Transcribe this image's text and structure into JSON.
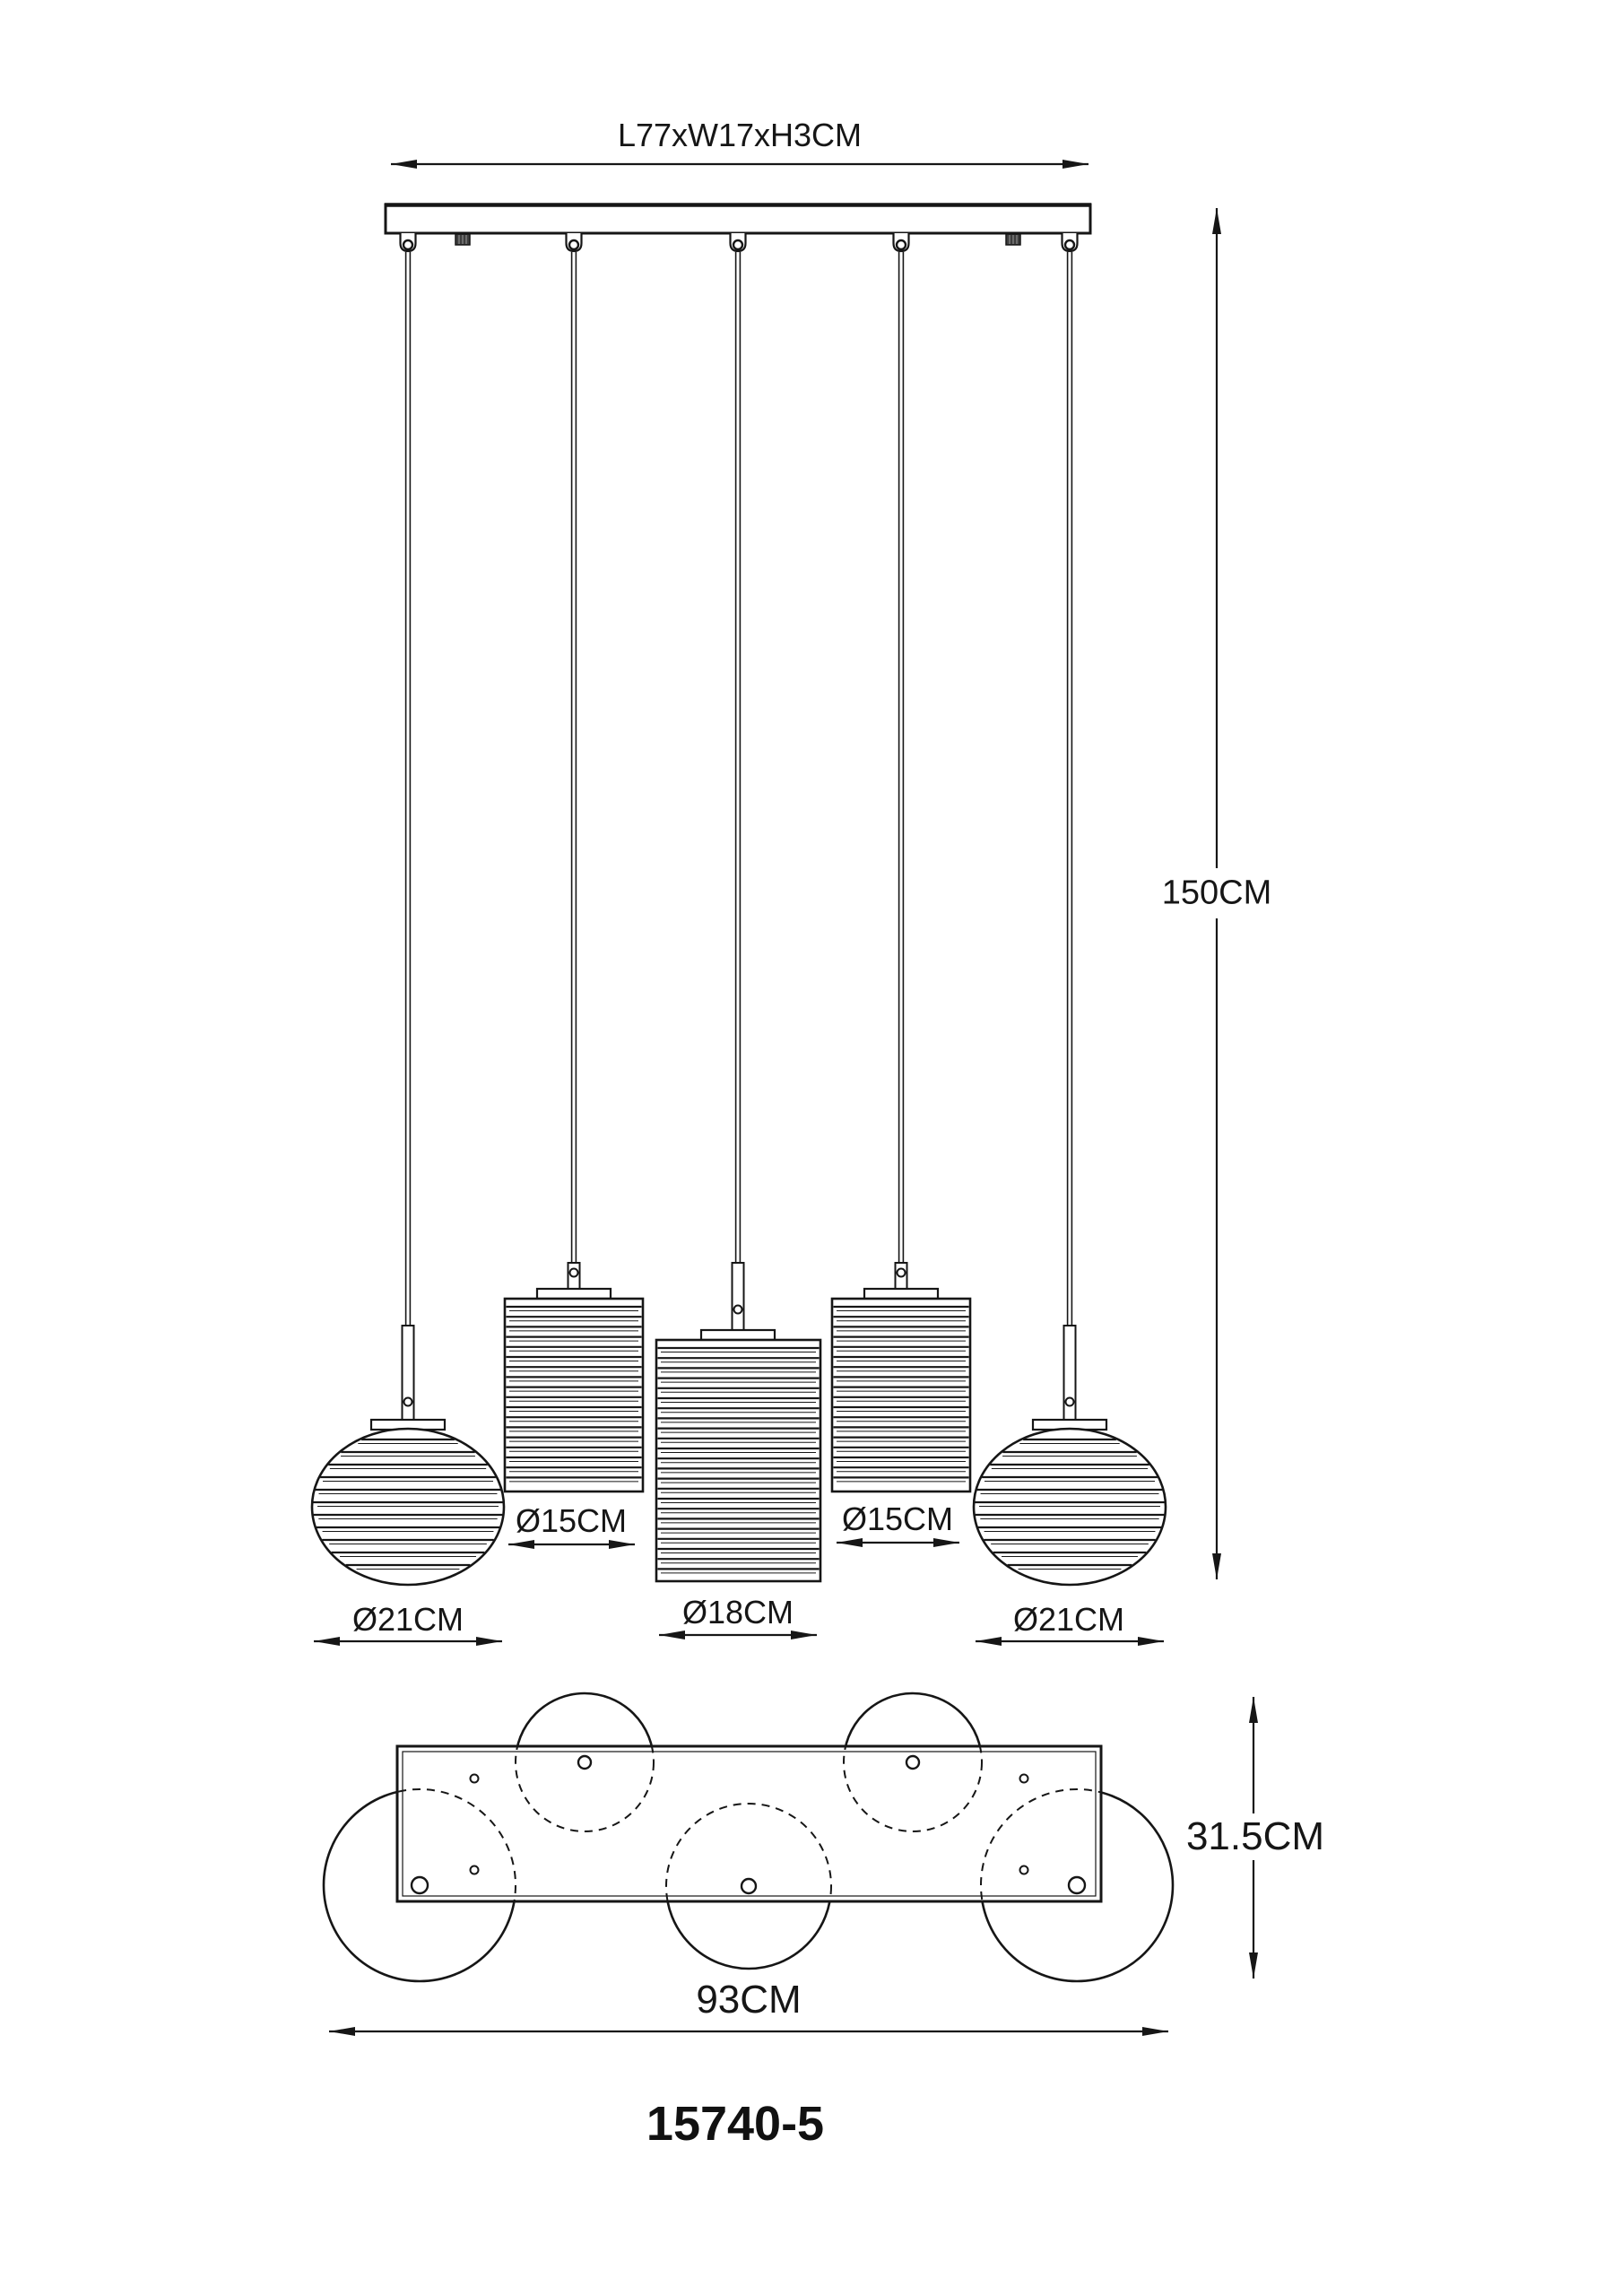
{
  "model_number": "15740-5",
  "side_view": {
    "canopy_dimension_label": "L77xW17xH3CM",
    "drop_length_label": "150CM",
    "shades": [
      {
        "name": "outer-left-sphere",
        "diameter_label": "Ø21CM"
      },
      {
        "name": "inner-left-cylinder",
        "diameter_label": "Ø15CM"
      },
      {
        "name": "center-cylinder",
        "diameter_label": "Ø18CM"
      },
      {
        "name": "inner-right-cylinder",
        "diameter_label": "Ø15CM"
      },
      {
        "name": "outer-right-sphere",
        "diameter_label": "Ø21CM"
      }
    ]
  },
  "top_view": {
    "width_label": "93CM",
    "depth_label": "31.5CM"
  },
  "colors": {
    "line": "#161616",
    "background": "#ffffff"
  }
}
